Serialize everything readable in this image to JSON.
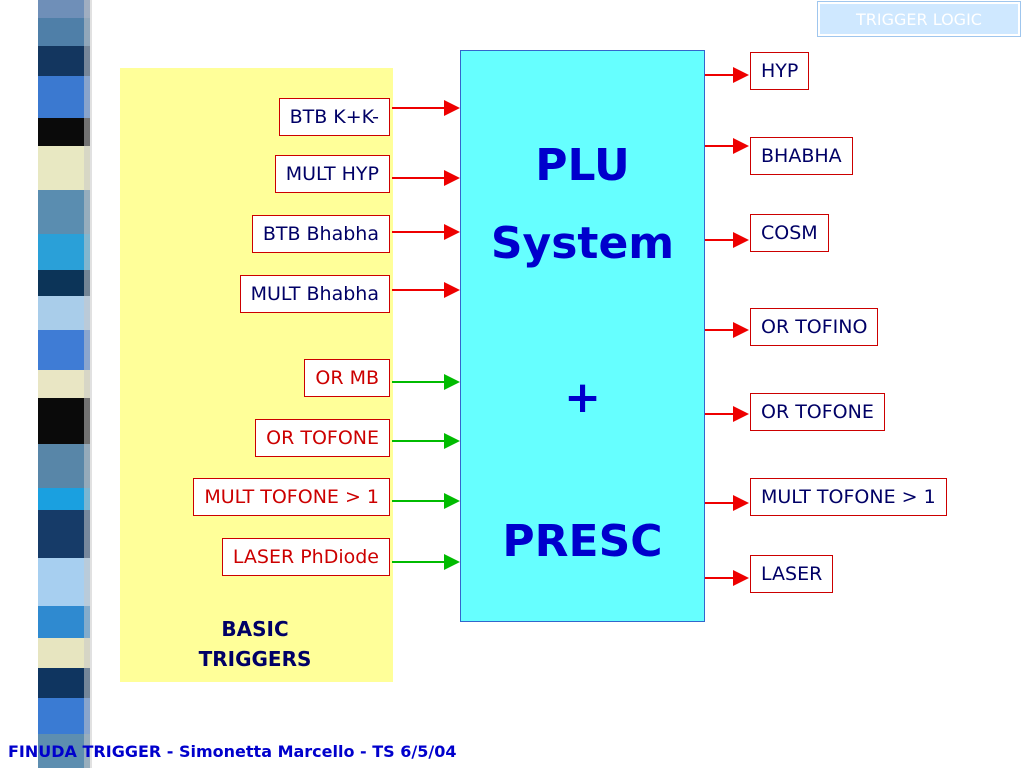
{
  "slide_title": "TRIGGER LOGIC",
  "center_block": {
    "line1": "PLU",
    "line2": "System",
    "line3": "+",
    "line4": "PRESC"
  },
  "inputs": [
    {
      "label": "BTB K+K-",
      "arrow_color": "#ee0000"
    },
    {
      "label": "MULT HYP",
      "arrow_color": "#ee0000"
    },
    {
      "label": "BTB Bhabha",
      "arrow_color": "#ee0000"
    },
    {
      "label": "MULT Bhabha",
      "arrow_color": "#ee0000"
    },
    {
      "label": "OR MB",
      "arrow_color": "#00bb00"
    },
    {
      "label": "OR TOFONE",
      "arrow_color": "#00bb00"
    },
    {
      "label": "MULT TOFONE > 1",
      "arrow_color": "#00bb00"
    },
    {
      "label": "LASER PhDiode",
      "arrow_color": "#00bb00"
    }
  ],
  "outputs": [
    {
      "label": "HYP"
    },
    {
      "label": "BHABHA"
    },
    {
      "label": "COSM"
    },
    {
      "label": "OR TOFINO"
    },
    {
      "label": "OR TOFONE"
    },
    {
      "label": "MULT TOFONE > 1"
    },
    {
      "label": "LASER"
    }
  ],
  "basic_triggers": {
    "line1": "BASIC",
    "line2": "TRIGGERS"
  },
  "footer": "FINUDA TRIGGER - Simonetta Marcello - TS 6/5/04",
  "colors": {
    "center_fill": "#66ffff",
    "basic_area_fill": "#ffff99",
    "output_arrow": "#ee0000"
  }
}
